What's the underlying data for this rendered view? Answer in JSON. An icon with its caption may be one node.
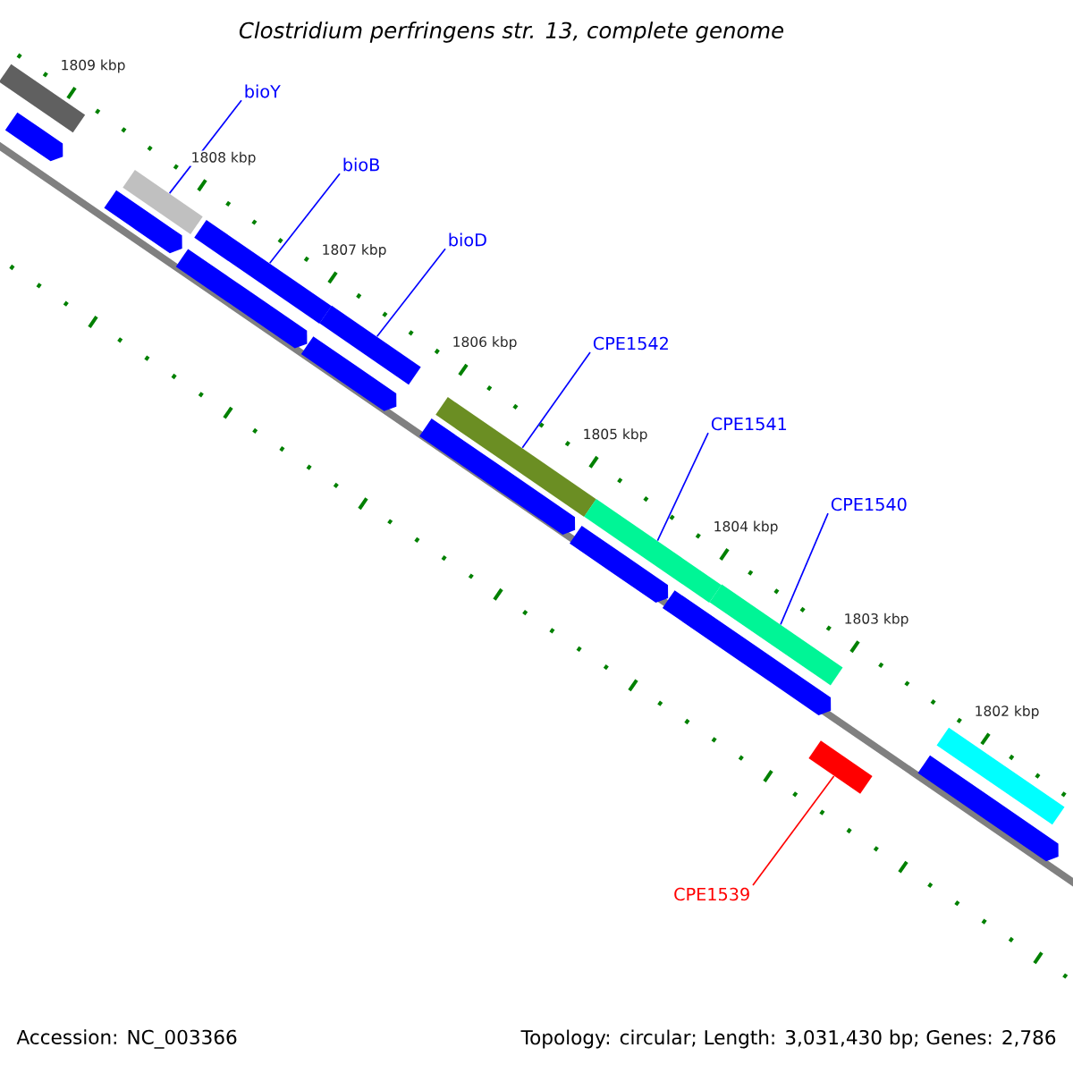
{
  "diagram": {
    "title": "Clostridium perfringens str. 13, complete genome",
    "nodes": [
      {
        "text": [
          "bioY"
        ]
      },
      {
        "text": [],
        "shape": "bar"
      },
      {
        "text": [
          "bioB"
        ]
      },
      {
        "text": [],
        "shape": "bar"
      },
      {
        "text": [
          "bioD"
        ]
      },
      {
        "text": [],
        "shape": "bar"
      },
      {
        "text": [
          "CPE1542"
        ]
      },
      {
        "text": [],
        "shape": "bar"
      },
      {
        "text": [
          "CPE1541"
        ]
      },
      {
        "text": [],
        "shape": "bar"
      },
      {
        "text": [
          "CPE1540"
        ]
      },
      {
        "text": [],
        "shape": "bar"
      },
      {
        "text": [],
        "shape": "bar"
      },
      {
        "text": [
          "CPE1539"
        ]
      },
      {
        "text": [],
        "shape": "bar"
      },
      {
        "text": [],
        "shape": "bar"
      },
      {
        "text": [],
        "shape": "bar"
      },
      {
        "text": [],
        "shape": "bar"
      },
      {
        "text": [],
        "shape": "bar"
      },
      {
        "text": [],
        "shape": "bar"
      },
      {
        "text": [],
        "shape": "bar"
      },
      {
        "text": [],
        "shape": "bar"
      },
      {
        "text": [],
        "shape": "bar"
      },
      {
        "text": [],
        "shape": "bar"
      }
    ],
    "edges": [
      {
        "from": 0,
        "to": 1,
        "arrow": "none"
      },
      {
        "from": 2,
        "to": 3,
        "arrow": "none"
      },
      {
        "from": 4,
        "to": 5,
        "arrow": "none"
      },
      {
        "from": 6,
        "to": 7,
        "arrow": "none"
      },
      {
        "from": 8,
        "to": 9,
        "arrow": "none"
      },
      {
        "from": 10,
        "to": 11,
        "arrow": "none"
      },
      {
        "from": 13,
        "to": 12,
        "arrow": "none",
        "color": "#ff0000"
      }
    ],
    "labels": [
      "1809 kbp",
      "1808 kbp",
      "1807 kbp",
      "1806 kbp",
      "1805 kbp",
      "1804 kbp",
      "1803 kbp",
      "1802 kbp",
      "Accession: NC_003366",
      "Topology: circular; Length: 3,031,430 bp; Genes: 2,786"
    ]
  }
}
